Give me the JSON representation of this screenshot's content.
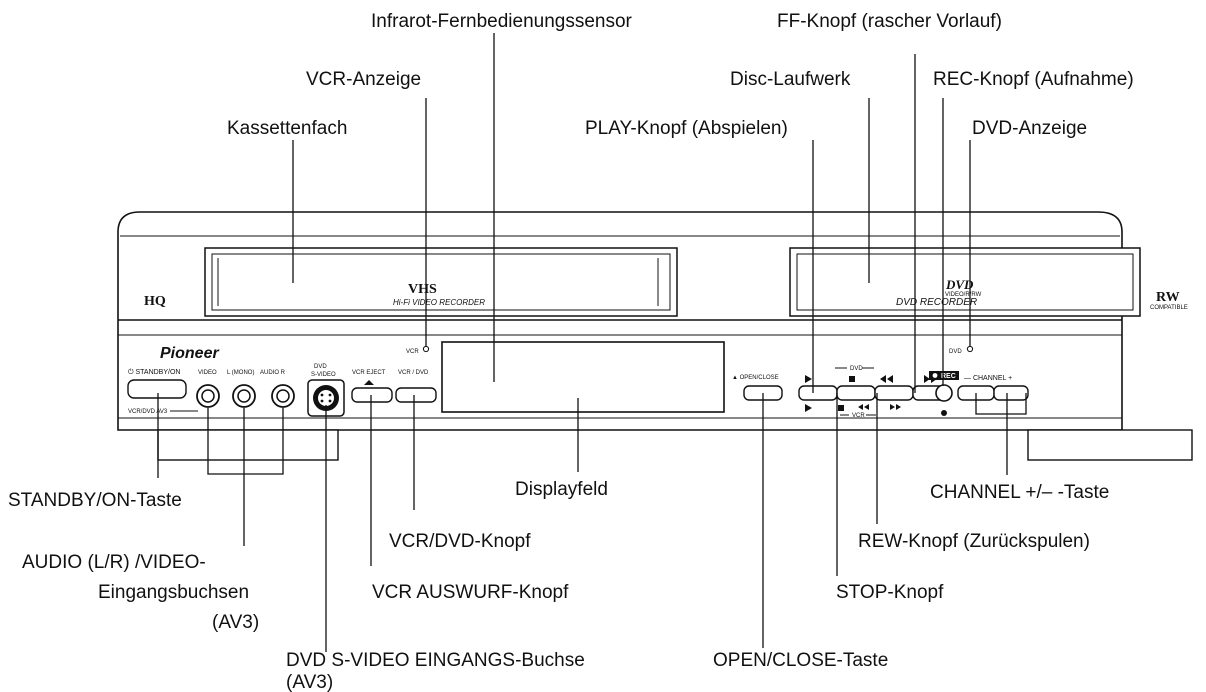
{
  "device": {
    "brand": "Pioneer",
    "hq_logo": "HQ",
    "rw_logo": "RW",
    "rw_sub": "COMPATIBLE",
    "vhs_logo": "VHS",
    "vhs_text": "Hi-Fi VIDEO RECORDER",
    "dvd_logo": "DVD",
    "dvd_sub": "VIDEO/R/RW",
    "dvd_text": "DVD RECORDER",
    "panel_labels": {
      "standby": "⏻ STANDBY/ON",
      "av3": "VCR/DVD AV3",
      "video": "VIDEO",
      "l_mono": "L (MONO)",
      "audio_r": "AUDIO  R",
      "dvd_svideo_1": "DVD",
      "dvd_svideo_2": "S-VIDEO",
      "vcr_eject": "VCR EJECT",
      "vcr_dvd": "VCR / DVD",
      "vcr_ind": "VCR",
      "dvd_ind": "DVD",
      "open_close": "▲ OPEN/CLOSE",
      "dvd_group": "DVD",
      "vcr_group": "VCR",
      "rec": "REC",
      "channel": "— CHANNEL +"
    }
  },
  "callouts": {
    "sensor": "Infrarot-Fernbedienungssensor",
    "ff": "FF-Knopf (rascher Vorlauf)",
    "vcr_indicator": "VCR-Anzeige",
    "disc_tray": "Disc-Laufwerk",
    "rec": "REC-Knopf (Aufnahme)",
    "cassette": "Kassettenfach",
    "play": "PLAY-Knopf (Abspielen)",
    "dvd_indicator": "DVD-Anzeige",
    "standby": "STANDBY/ON-Taste",
    "display": "Displayfeld",
    "channel": "CHANNEL +/– -Taste",
    "vcr_dvd": "VCR/DVD-Knopf",
    "rew": "REW-Knopf (Zurückspulen)",
    "audio_1": "AUDIO (L/R) /VIDEO-",
    "audio_2": "Eingangsbuchsen",
    "audio_3": "(AV3)",
    "vcr_eject": "VCR AUSWURF-Knopf",
    "stop": "STOP-Knopf",
    "svideo_1": "DVD S-VIDEO EINGANGS-Buchse",
    "svideo_2": "(AV3)",
    "open_close": "OPEN/CLOSE-Taste"
  }
}
